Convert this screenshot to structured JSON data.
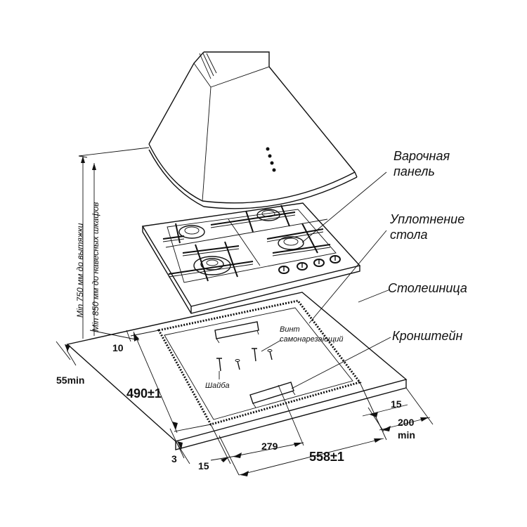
{
  "labels": {
    "hob": [
      "Варочная",
      "панель"
    ],
    "seal": [
      "Уплотнение",
      "стола"
    ],
    "countertop": "Столешница",
    "screw": [
      "Винт",
      "самонарезающий"
    ],
    "bracket": "Кронштейн",
    "washer": "Шайба",
    "min_hood": "Min 750 мм до вытяжки",
    "min_cabinets": "Min 850 мм до навесных шкафов"
  },
  "dimensions": {
    "d10": "10",
    "d55": "55min",
    "d490": "490±1",
    "d3": "3",
    "d15_bottom": "15",
    "d279": "279",
    "d558": "558±1",
    "d15_right": "15",
    "d200": "200",
    "d200_unit": "min"
  },
  "colors": {
    "line": "#111111",
    "background": "#ffffff"
  }
}
